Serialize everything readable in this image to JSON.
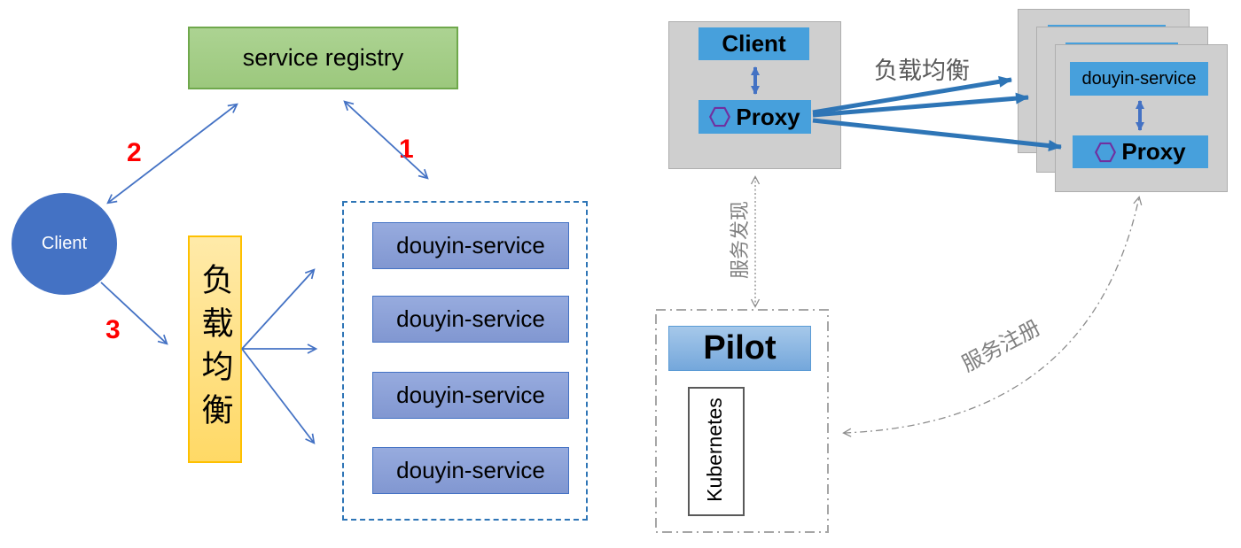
{
  "left": {
    "registry_label": "service registry",
    "client_label": "Client",
    "lb_label": "负载均衡",
    "services": [
      {
        "label": "douyin-service"
      },
      {
        "label": "douyin-service"
      },
      {
        "label": "douyin-service"
      },
      {
        "label": "douyin-service"
      }
    ],
    "step1": "1",
    "step2": "2",
    "step3": "3"
  },
  "right": {
    "client_label": "Client",
    "proxy_label": "Proxy",
    "lb_label": "负载均衡",
    "service_label": "douyin-service",
    "service_proxy_label": "Proxy",
    "discovery_label": "服务发现",
    "pilot_label": "Pilot",
    "kubernetes_label": "Kubernetes",
    "registration_label": "服务注册"
  },
  "colors": {
    "accent_blue": "#4472C4",
    "thick_arrow_blue": "#2E75B6",
    "sky_blue": "#47A0DC",
    "registry_green": "#A9D18E",
    "lb_yellow": "#FFD966",
    "hexagon_purple": "#7030A0",
    "step_red": "#FF0000",
    "node_gray": "#CFCFCF",
    "label_gray": "#808080"
  }
}
